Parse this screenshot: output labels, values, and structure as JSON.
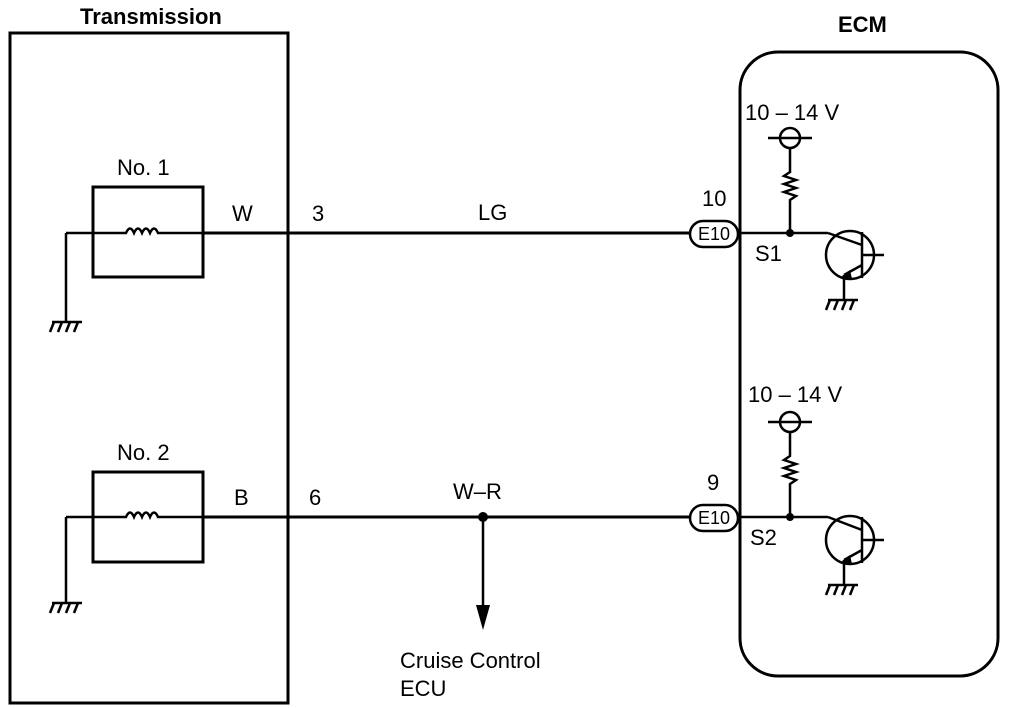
{
  "transmission": {
    "title": "Transmission",
    "solenoids": [
      {
        "label": "No. 1",
        "wire_color": "W",
        "pin": "3"
      },
      {
        "label": "No. 2",
        "wire_color": "B",
        "pin": "6"
      }
    ]
  },
  "harness": {
    "wire1_color": "LG",
    "wire2_color": "W–R",
    "branch_label_line1": "Cruise Control",
    "branch_label_line2": "ECU"
  },
  "ecm": {
    "title": "ECM",
    "connectors": [
      {
        "pin": "10",
        "code": "E10",
        "terminal": "S1",
        "voltage": "10 – 14 V"
      },
      {
        "pin": "9",
        "code": "E10",
        "terminal": "S2",
        "voltage": "10 – 14 V"
      }
    ]
  }
}
